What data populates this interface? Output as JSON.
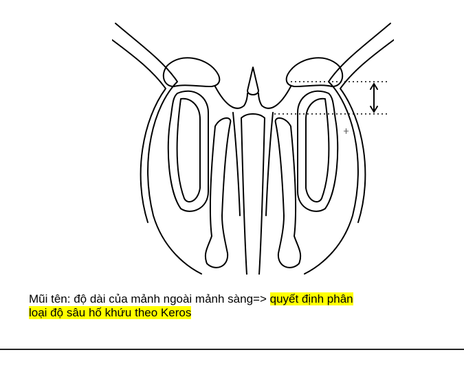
{
  "caption": {
    "plain": "Mũi tên: độ dài của mảnh ngoài mảnh sàng=> ",
    "highlight_line1": "quyết định phân",
    "highlight_line2": "loại độ sâu hố khứu theo Keros"
  },
  "colors": {
    "highlight": "#ffff00",
    "ink": "#000000"
  },
  "icons": [
    "double-headed-arrow-icon",
    "crosshair-cursor-icon"
  ]
}
